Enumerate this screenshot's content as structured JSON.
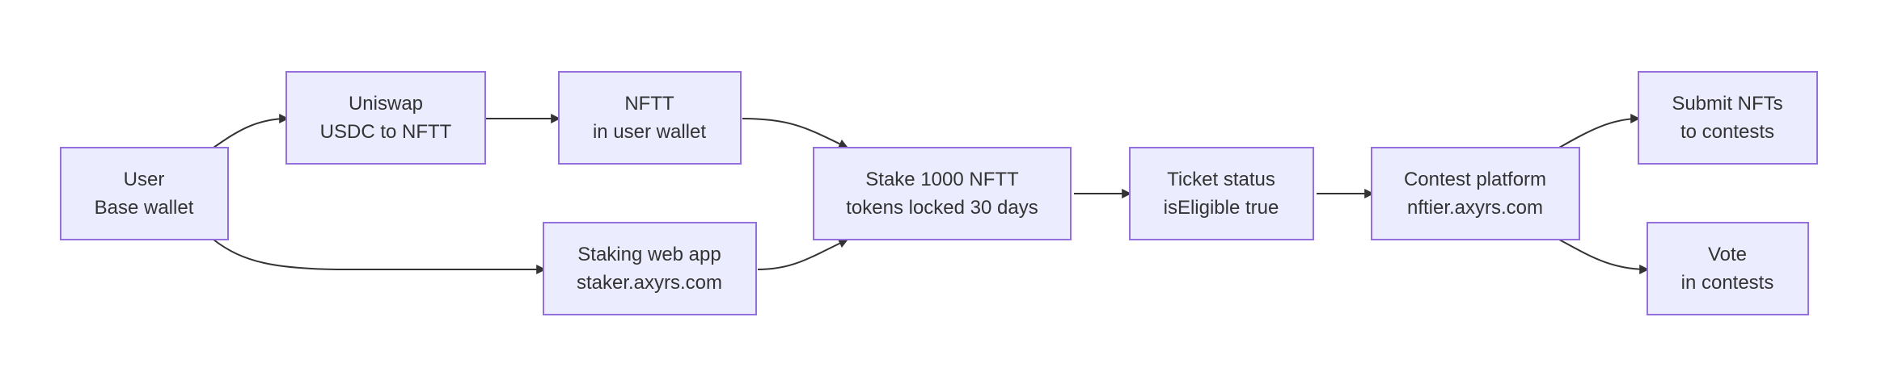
{
  "diagram": {
    "nodes": {
      "user": {
        "line1": "User",
        "line2": "Base wallet"
      },
      "uniswap": {
        "line1": "Uniswap",
        "line2": "USDC to NFTT"
      },
      "nftt": {
        "line1": "NFTT",
        "line2": "in user wallet"
      },
      "staking_app": {
        "line1": "Staking web app",
        "line2": "staker.axyrs.com"
      },
      "stake": {
        "line1": "Stake 1000 NFTT",
        "line2": "tokens locked 30 days"
      },
      "ticket": {
        "line1": "Ticket status",
        "line2": "isEligible true"
      },
      "contest_platform": {
        "line1": "Contest platform",
        "line2": "nftier.axyrs.com"
      },
      "submit": {
        "line1": "Submit NFTs",
        "line2": "to contests"
      },
      "vote": {
        "line1": "Vote",
        "line2": "in contests"
      }
    },
    "edges": [
      {
        "from": "user",
        "to": "uniswap"
      },
      {
        "from": "user",
        "to": "staking_app"
      },
      {
        "from": "uniswap",
        "to": "nftt"
      },
      {
        "from": "nftt",
        "to": "stake"
      },
      {
        "from": "staking_app",
        "to": "stake"
      },
      {
        "from": "stake",
        "to": "ticket"
      },
      {
        "from": "ticket",
        "to": "contest_platform"
      },
      {
        "from": "contest_platform",
        "to": "submit"
      },
      {
        "from": "contest_platform",
        "to": "vote"
      }
    ],
    "colors": {
      "node_fill": "#ececff",
      "node_stroke": "#9370db",
      "edge": "#333333",
      "text": "#333333"
    }
  }
}
